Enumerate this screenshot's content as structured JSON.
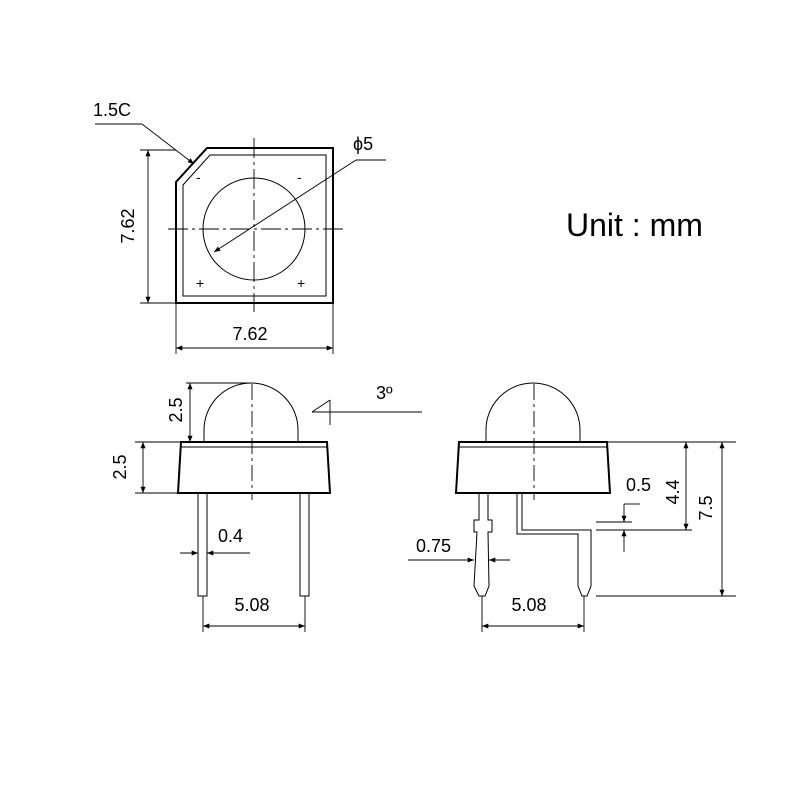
{
  "unit_label": "Unit : mm",
  "top_view": {
    "chamfer_label": "1.5C",
    "diameter_label": "ϕ5",
    "height_dim": "7.62",
    "width_dim": "7.62",
    "polarity": {
      "top_left": "-",
      "top_right": "-",
      "bottom_left": "+",
      "bottom_right": "+"
    }
  },
  "front_view": {
    "lens_height_dim": "2.5",
    "body_height_dim": "2.5",
    "lead_width_dim": "0.4",
    "lead_pitch_dim": "5.08",
    "draft_angle": "3º"
  },
  "side_view": {
    "lead_width_dim": "0.75",
    "lead_pitch_dim": "5.08",
    "standoff_dim": "0.5",
    "height_dim_1": "4.4",
    "height_dim_2": "7.5"
  }
}
